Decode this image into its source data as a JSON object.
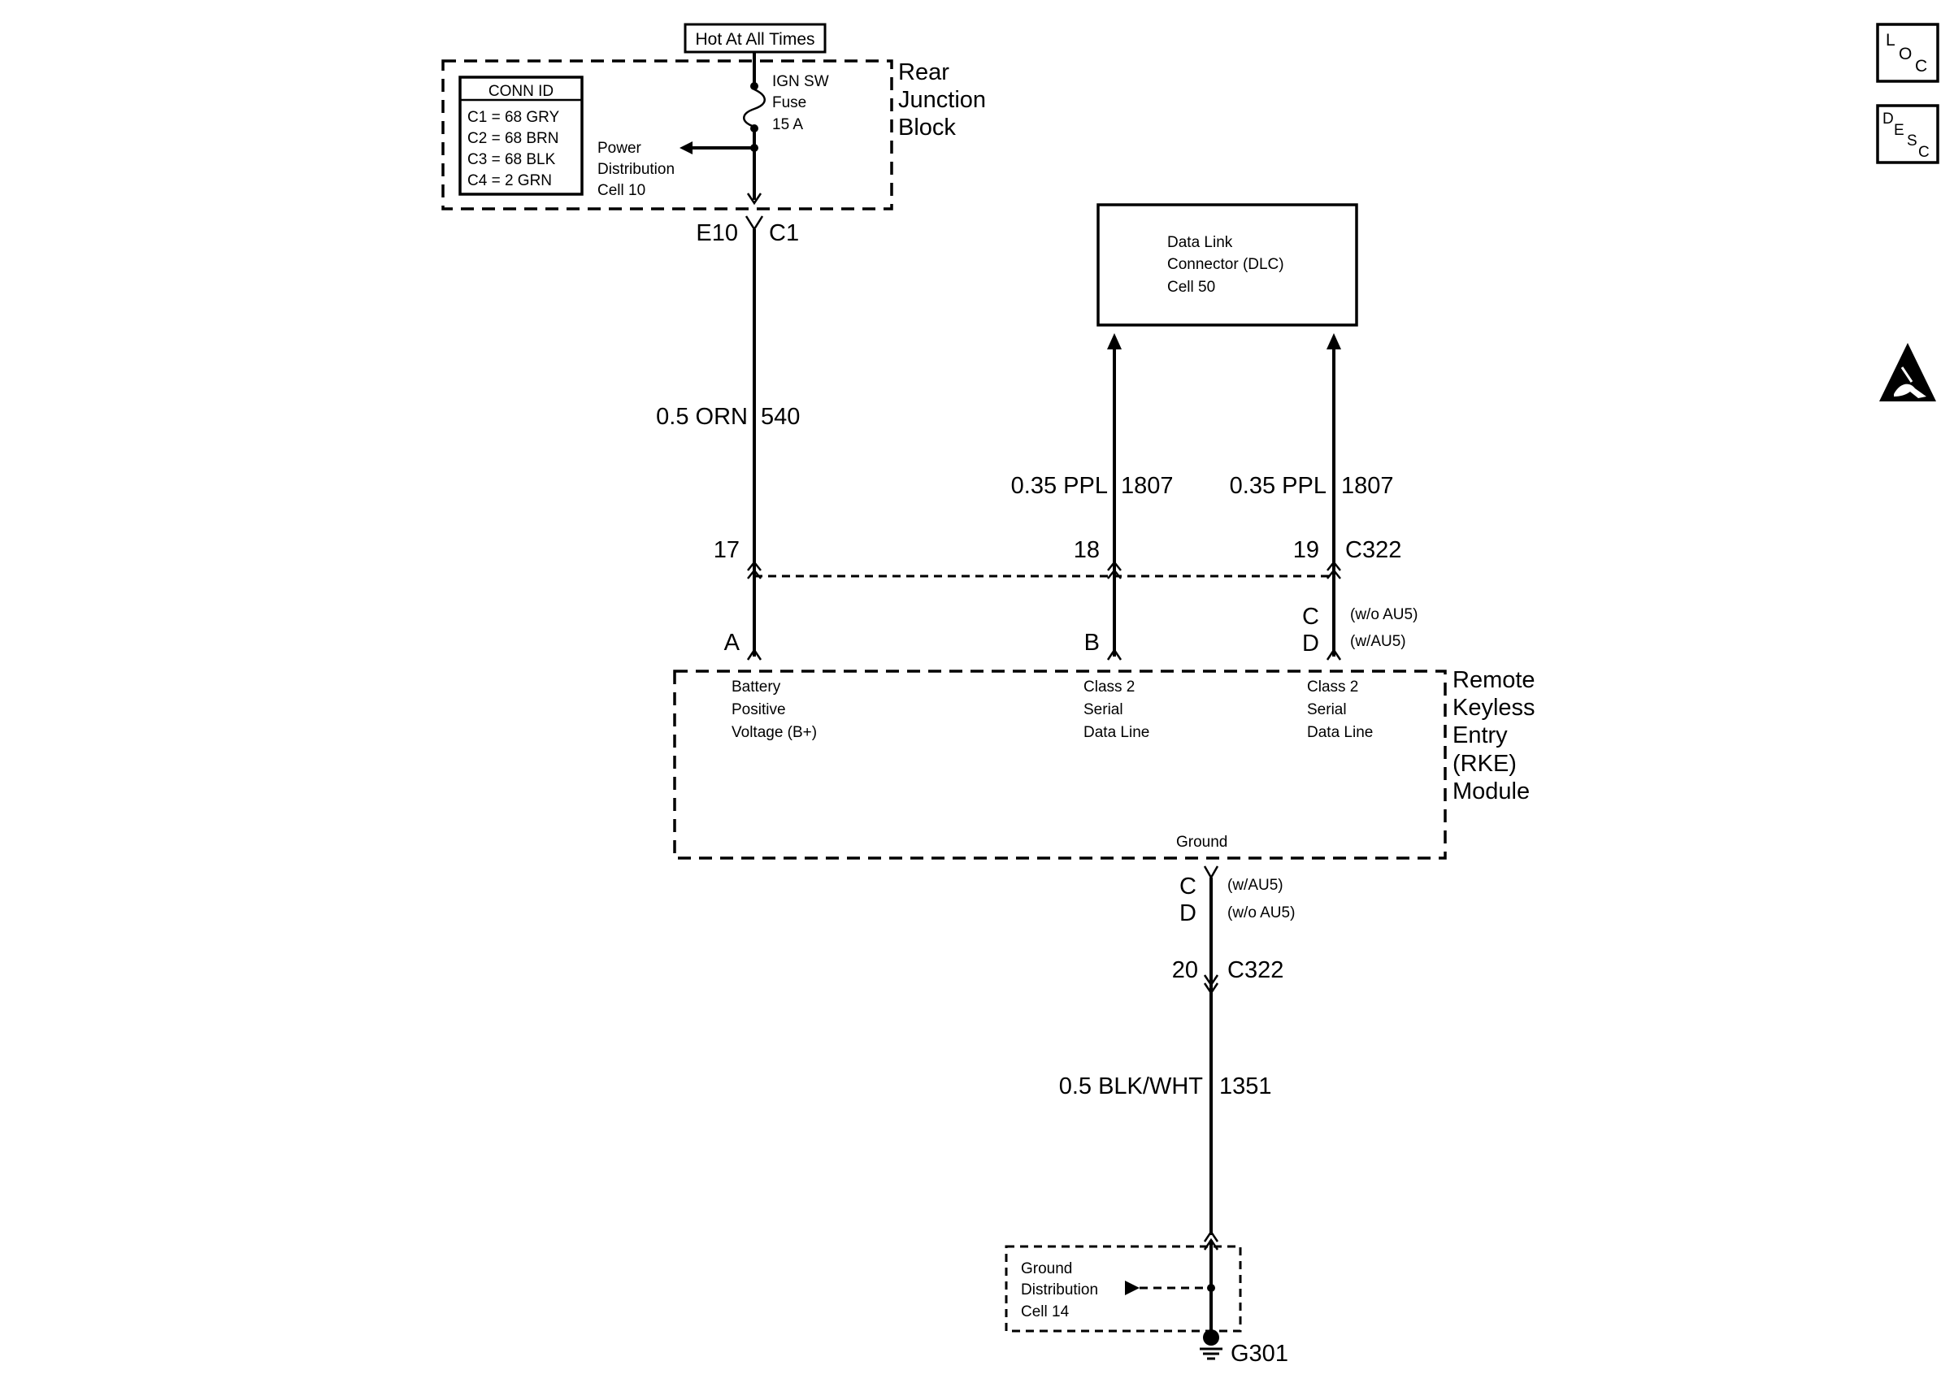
{
  "power_header": {
    "label": "Hot At All Times"
  },
  "rear_junction_block": {
    "name_lines": [
      "Rear",
      "Junction",
      "Block"
    ],
    "conn_id": {
      "title": "CONN ID",
      "rows": [
        "C1 = 68 GRY",
        "C2 = 68 BRN",
        "C3 = 68 BLK",
        "C4 = 2 GRN"
      ]
    },
    "fuse_lines": [
      "IGN SW",
      "Fuse",
      "15 A"
    ],
    "power_distribution_lines": [
      "Power",
      "Distribution",
      "Cell 10"
    ],
    "terminal": "E10",
    "connector": "C1"
  },
  "wires": {
    "power": {
      "gauge_color": "0.5 ORN",
      "circuit": "540"
    },
    "data_left": {
      "gauge_color": "0.35 PPL",
      "circuit": "1807"
    },
    "data_right": {
      "gauge_color": "0.35 PPL",
      "circuit": "1807"
    },
    "ground": {
      "gauge_color": "0.5 BLK/WHT",
      "circuit": "1351"
    }
  },
  "dlc": {
    "lines": [
      "Data Link",
      "Connector (DLC)",
      "Cell 50"
    ]
  },
  "inline_connector": {
    "name": "C322",
    "pins": {
      "power": "17",
      "data_left": "18",
      "data_right": "19",
      "ground": "20"
    }
  },
  "rke_module": {
    "name_lines": [
      "Remote",
      "Keyless",
      "Entry",
      "(RKE)",
      "Module"
    ],
    "pins": {
      "a": "A",
      "b": "B",
      "c_top": "C",
      "d_top": "D",
      "c_bottom": "C",
      "d_bottom": "D"
    },
    "pin_notes": {
      "c_top": "(w/o AU5)",
      "d_top": "(w/AU5)",
      "c_bottom": "(w/AU5)",
      "d_bottom": "(w/o AU5)"
    },
    "pin_functions": {
      "a": [
        "Battery",
        "Positive",
        "Voltage (B+)"
      ],
      "b": [
        "Class 2",
        "Serial",
        "Data Line"
      ],
      "c": [
        "Class 2",
        "Serial",
        "Data Line"
      ],
      "ground": "Ground"
    }
  },
  "ground_distribution": {
    "lines": [
      "Ground",
      "Distribution",
      "Cell 14"
    ],
    "ground_point": "G301"
  },
  "side_icons": [
    "loc-icon",
    "desc-icon",
    "esd-warning-icon"
  ],
  "loc_icon": {
    "l": "L",
    "o": "O",
    "c": "C"
  },
  "desc_icon": {
    "d": "D",
    "e": "E",
    "s": "S",
    "c": "C"
  }
}
